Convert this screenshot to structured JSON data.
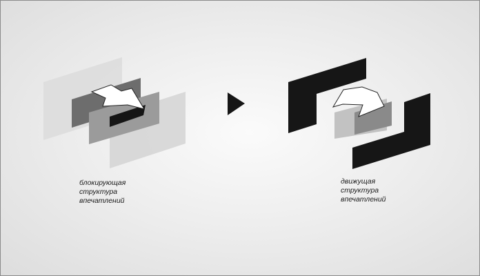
{
  "captions": {
    "blocking": [
      "блокирующая",
      "структура",
      "впечатлений"
    ],
    "moving": [
      "движущая",
      "структура",
      "впечатлений"
    ]
  },
  "colors": {
    "background": "#eeeeee",
    "dark": "#161616",
    "white": "#ffffff",
    "grey_dark": "#7f7f7f",
    "grey_mid": "#9d9d9d",
    "grey_light": "#d6d6d6"
  },
  "icons": {
    "arrow_head": "right-pointing-triangle",
    "impression_arrow": "white-arrow"
  }
}
